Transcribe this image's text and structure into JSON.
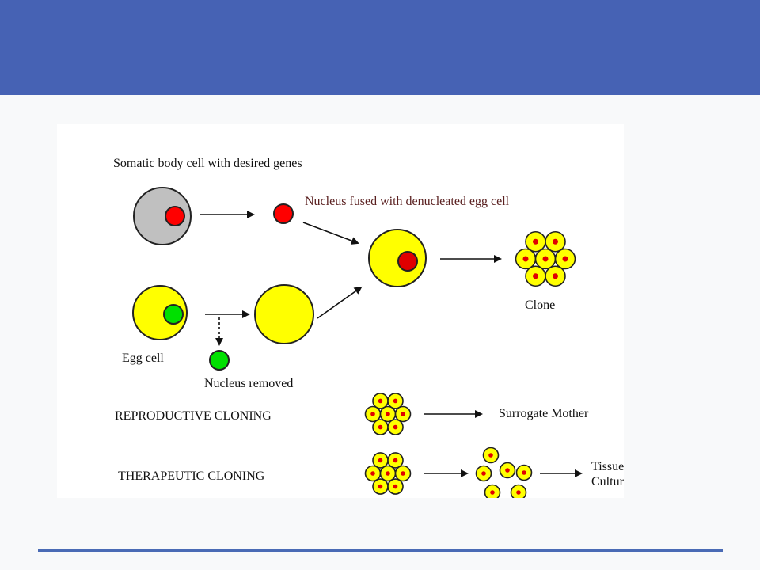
{
  "slide": {
    "header_color": "#4662b4",
    "rule_color": "#4a6bb5"
  },
  "diagram": {
    "labels": {
      "somatic": "Somatic body cell with desired genes",
      "fused": "Nucleus fused with denucleated egg cell",
      "clone": "Clone",
      "egg": "Egg cell",
      "removed": "Nucleus removed",
      "reproductive": "REPRODUCTIVE CLONING",
      "surrogate": "Surrogate Mother",
      "therapeutic": "THERAPEUTIC CLONING",
      "tissue_line1": "Tissue",
      "tissue_line2": "Culture"
    },
    "colors": {
      "somatic_cell": "#c0c0c0",
      "egg_cell": "#ffff00",
      "somatic_nucleus": "#ff0000",
      "egg_nucleus": "#00e000",
      "clone_nucleus": "#e00000",
      "fused_label": "#5a2020"
    }
  }
}
